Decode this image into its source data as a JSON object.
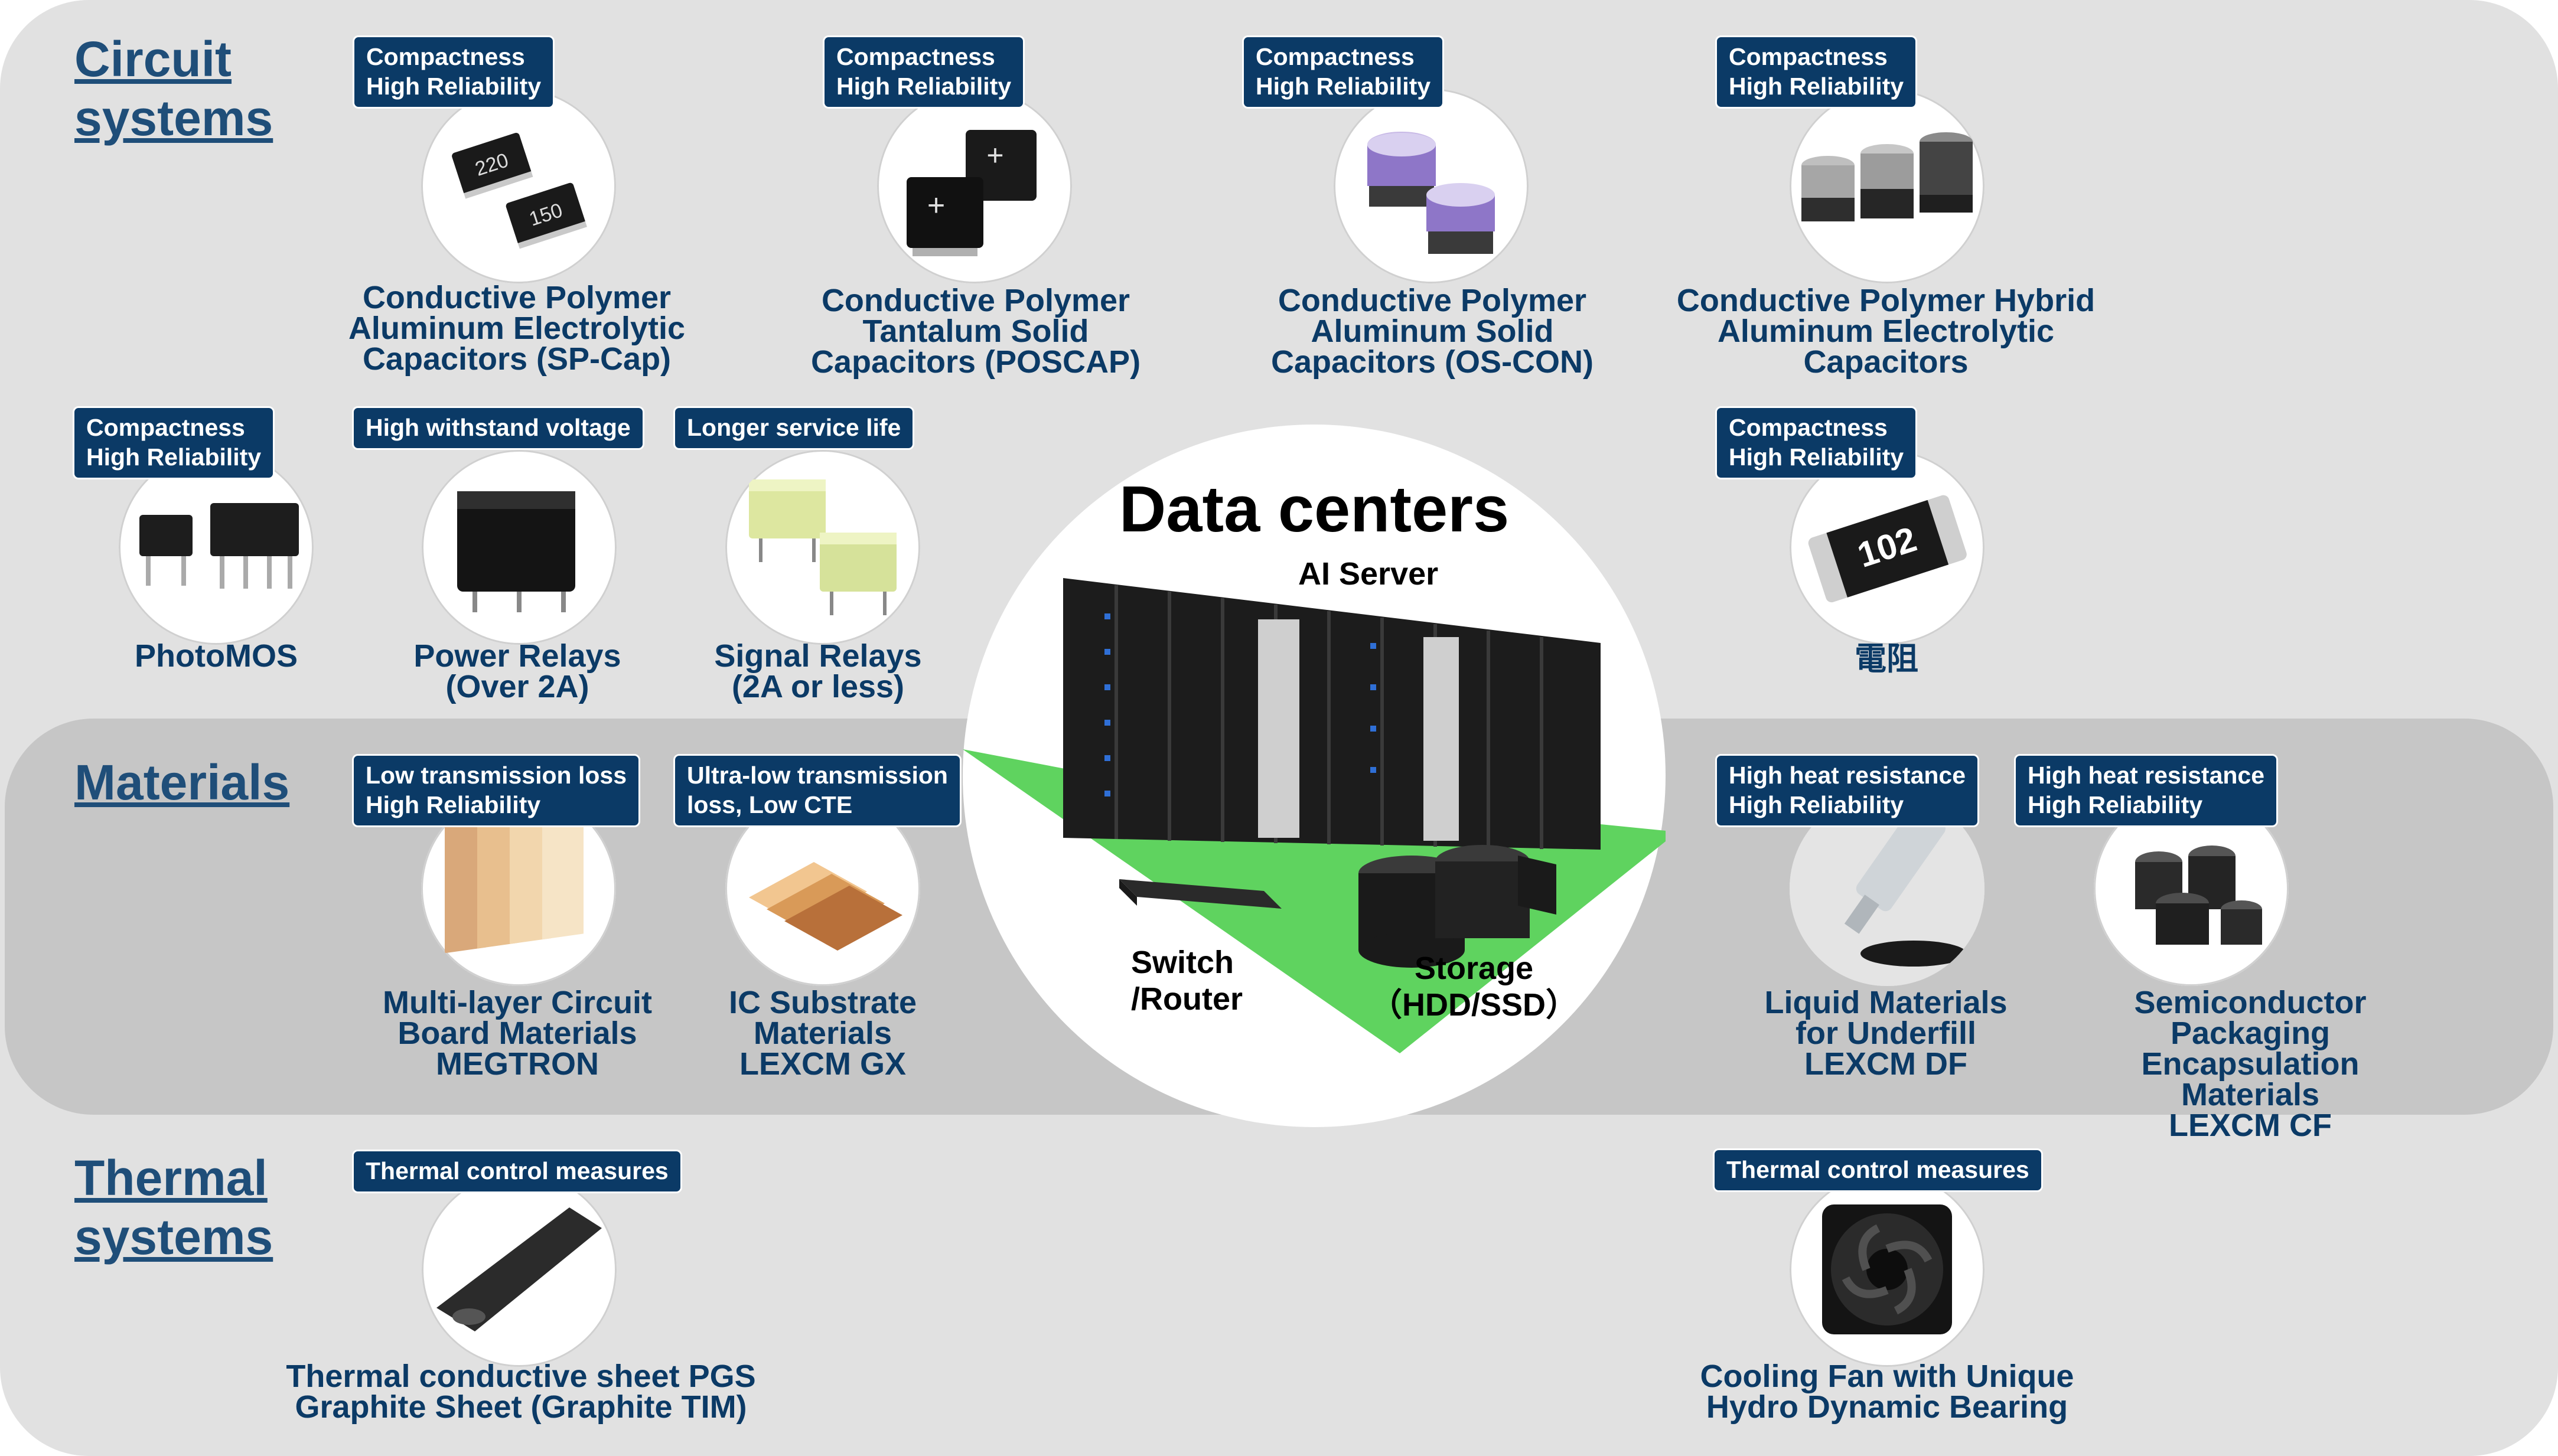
{
  "sections": {
    "circuit": "Circuit\nsystems",
    "materials": "Materials",
    "thermal": "Thermal\nsystems"
  },
  "hub": {
    "title": "Data centers",
    "ai_server": "AI Server",
    "switch": "Switch\n/Router",
    "storage": "Storage\n（HDD/SSD）"
  },
  "products": {
    "spcap": {
      "badge": "Compactness\nHigh Reliability",
      "label": "Conductive Polymer\nAluminum Electrolytic\nCapacitors (SP-Cap)"
    },
    "poscap": {
      "badge": "Compactness\nHigh Reliability",
      "label": "Conductive Polymer\nTantalum Solid\nCapacitors (POSCAP)"
    },
    "oscon": {
      "badge": "Compactness\nHigh Reliability",
      "label": "Conductive Polymer\nAluminum Solid\nCapacitors (OS-CON)"
    },
    "hybrid": {
      "badge": "Compactness\nHigh Reliability",
      "label": "Conductive Polymer Hybrid\nAluminum Electrolytic\nCapacitors"
    },
    "photomos": {
      "badge": "Compactness\nHigh Reliability",
      "label": "PhotoMOS"
    },
    "power": {
      "badge": "High withstand voltage",
      "label": "Power Relays\n(Over 2A)"
    },
    "signal": {
      "badge": "Longer service life",
      "label": "Signal Relays\n(2A or less)"
    },
    "resistor": {
      "badge": "Compactness\nHigh Reliability",
      "label": "電阻",
      "chip_text": "102"
    },
    "megtron": {
      "badge": "Low transmission loss\nHigh Reliability",
      "label": "Multi-layer Circuit\nBoard Materials\nMEGTRON"
    },
    "lexcmgx": {
      "badge": "Ultra-low transmission\nloss, Low CTE",
      "label": "IC Substrate\nMaterials\nLEXCM GX"
    },
    "lexcmdf": {
      "badge": "High heat resistance\nHigh Reliability",
      "label": "Liquid Materials\nfor Underfill\nLEXCM DF"
    },
    "lexcmcf": {
      "badge": "High heat resistance\nHigh Reliability",
      "label": "Semiconductor Packaging\nEncapsulation Materials\nLEXCM CF"
    },
    "pgs": {
      "badge": "Thermal  control measures",
      "label": "Thermal conductive sheet PGS\nGraphite Sheet (Graphite TIM)"
    },
    "fan": {
      "badge": "Thermal  control measures",
      "label": "Cooling Fan with Unique\nHydro Dynamic Bearing"
    }
  },
  "colors": {
    "badge_bg": "#0b3a66",
    "label_text": "#0b3a66",
    "section_title": "#1f4e79",
    "floor_green": "#5fd35f"
  }
}
